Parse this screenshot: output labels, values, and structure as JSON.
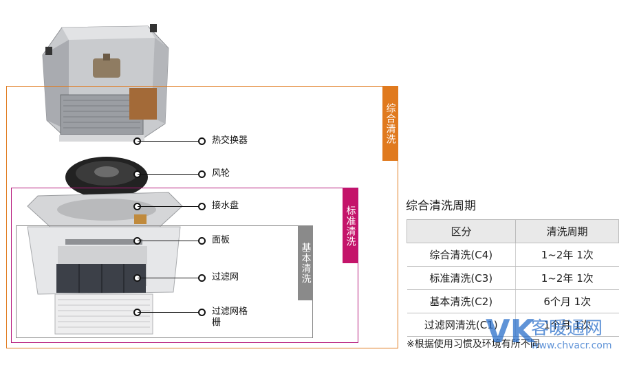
{
  "groups": {
    "c4_tag": "综合清洗",
    "c3_tag": "标准清洗",
    "c2_tag": "基本清洗"
  },
  "callouts": [
    "热交换器",
    "风轮",
    "接水盘",
    "面板",
    "过滤网",
    "过滤网格栅"
  ],
  "table": {
    "title": "综合清洗周期",
    "headers": [
      "区分",
      "清洗周期"
    ],
    "rows": [
      [
        "综合清洗(C4)",
        "1~2年 1次"
      ],
      [
        "标准清洗(C3)",
        "1~2年 1次"
      ],
      [
        "基本清洗(C2)",
        "6个月 1次"
      ],
      [
        "过滤网清洗(C1)",
        "1个月 1次"
      ]
    ]
  },
  "note": "※根据使用习惯及环境有所不同",
  "watermark": {
    "logo": "VK",
    "name": "客暖通网",
    "url": "www.chvacr.com"
  },
  "colors": {
    "c4": "#e07a1e",
    "c3": "#c4146a",
    "c2": "#8a8a8a",
    "watermark": "#2a6fc9"
  }
}
